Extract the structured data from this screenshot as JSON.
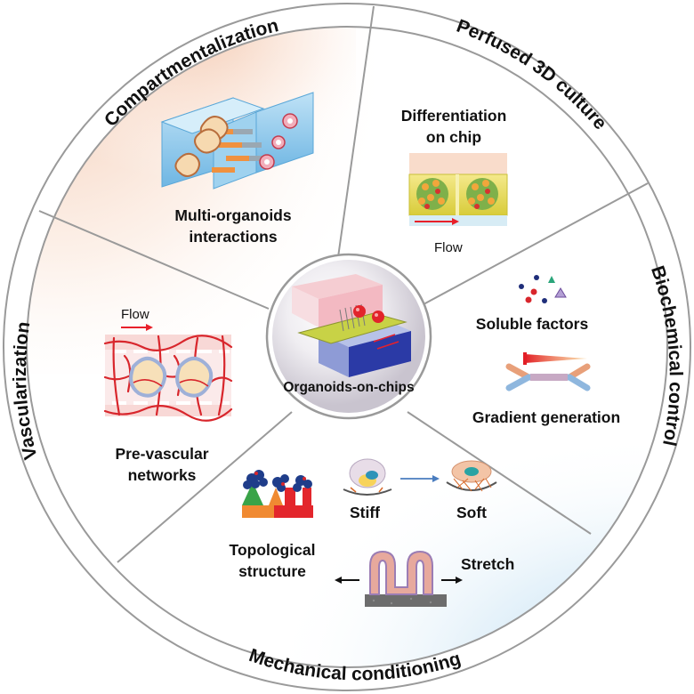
{
  "ring_labels": {
    "compartmentalization": "Compartmentalization",
    "perfused": "Perfused 3D culture",
    "biochemical": "Biochemical control",
    "mechanical": "Mechanical conditioning",
    "vascularization": "Vascularization"
  },
  "center": {
    "label": "Organoids-on-chips"
  },
  "sections": {
    "compartment": {
      "line1": "Multi-organoids",
      "line2": "interactions"
    },
    "perfused": {
      "line1": "Differentiation",
      "line2": "on chip",
      "flow": "Flow"
    },
    "biochemical": {
      "soluble": "Soluble factors",
      "gradient": "Gradient generation"
    },
    "mechanical": {
      "topo1": "Topological",
      "topo2": "structure",
      "stiff": "Stiff",
      "soft": "Soft",
      "stretch": "Stretch"
    },
    "vascular": {
      "flow": "Flow",
      "line1": "Pre-vascular",
      "line2": "networks"
    }
  },
  "colors": {
    "ring_stroke": "#9a9a9a",
    "peach_tint": "#f6d9c8",
    "blue_tint": "#cfe6f4",
    "vessel_red": "#d8262c",
    "chip_blue": "#8fc9ec",
    "flow_arrow": "#e8202a"
  }
}
